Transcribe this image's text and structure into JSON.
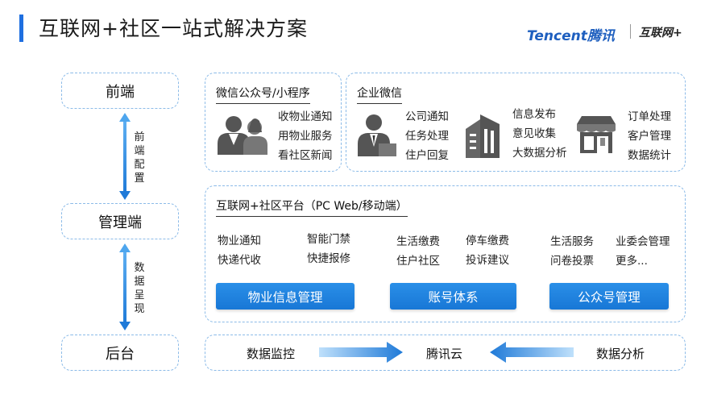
{
  "title": "互联网+社区一站式解决方案",
  "logos": {
    "tencent": "Tencent腾讯",
    "hulianwang": "互联网+"
  },
  "left": {
    "frontend": "前端",
    "management": "管理端",
    "backend": "后台",
    "arrow1_label": [
      "前",
      "端",
      "配",
      "置"
    ],
    "arrow2_label": [
      "数",
      "据",
      "呈",
      "现"
    ]
  },
  "wechat": {
    "title": "微信公众号/小程序",
    "items": [
      "收物业通知",
      "用物业服务",
      "看社区新闻"
    ],
    "icon": "people-icon"
  },
  "enterprise": {
    "title": "企业微信",
    "group1": [
      "公司通知",
      "任务处理",
      "住户回复"
    ],
    "group2": [
      "信息发布",
      "意见收集",
      "大数据分析"
    ],
    "group3": [
      "订单处理",
      "客户管理",
      "数据统计"
    ],
    "icons": [
      "businessman-icon",
      "building-icon",
      "shop-icon"
    ]
  },
  "platform": {
    "title": "互联网+社区平台（PC Web/移动端）",
    "col1": [
      "物业通知",
      "快递代收"
    ],
    "col2": [
      "智能门禁",
      "快捷报修"
    ],
    "col3": [
      "生活缴费",
      "住户社区"
    ],
    "col4": [
      "停车缴费",
      "投诉建议"
    ],
    "col5": [
      "生活服务",
      "问卷投票"
    ],
    "col6": [
      "业委会管理",
      "更多..."
    ],
    "buttons": [
      "物业信息管理",
      "账号体系",
      "公众号管理"
    ]
  },
  "backend_row": {
    "left": "数据监控",
    "center": "腾讯云",
    "right": "数据分析"
  },
  "colors": {
    "accent": "#1f6fe0",
    "button": "#1877d6",
    "dash": "#8cbbe8",
    "arrow": "#2b8fe6"
  }
}
